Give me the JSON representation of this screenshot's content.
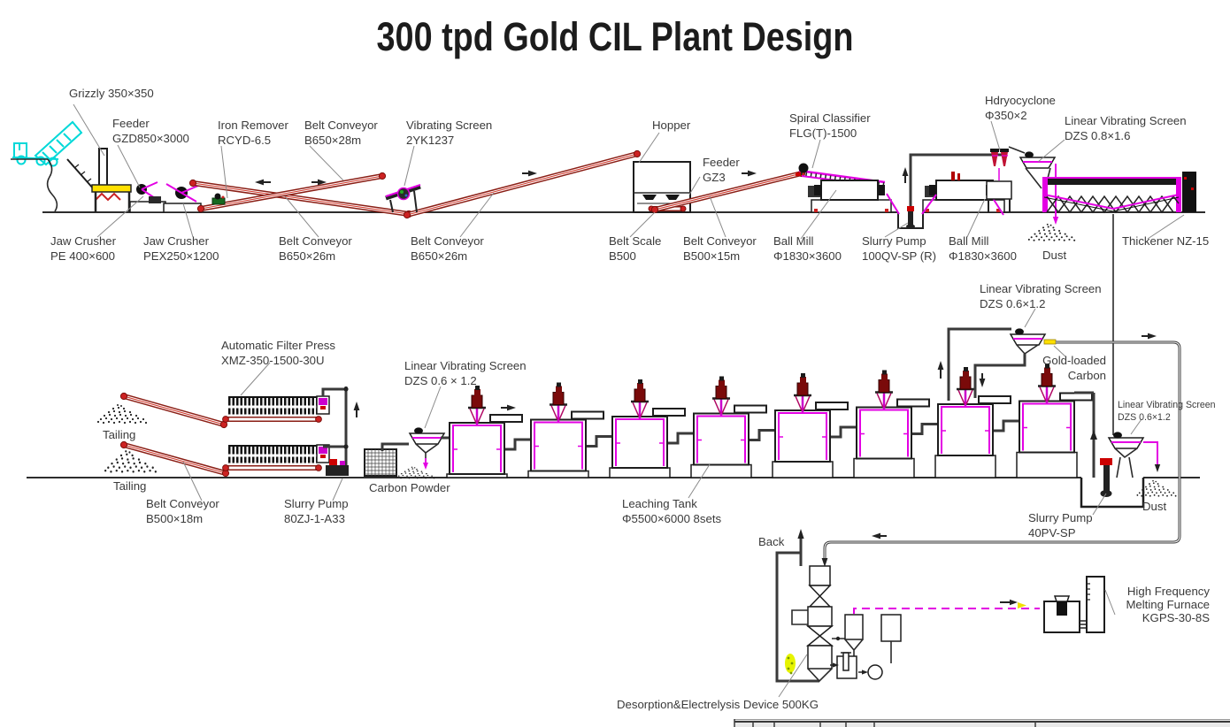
{
  "title": "300 tpd Gold CIL Plant Design",
  "colors": {
    "magenta": "#e300e3",
    "conveyor_red": "#d23327",
    "truck_cyan": "#00d8d8",
    "feeder_yellow": "#ffe000",
    "gold_carbon_yellow": "#ffe000",
    "agitator_dark_red": "#7a0a0a",
    "line_dark": "#3a3a3a",
    "green_device": "#16691f"
  },
  "labels": {
    "grizzly": {
      "l1": "Grizzly 350×350"
    },
    "feeder1": {
      "l1": "Feeder",
      "l2": "GZD850×3000"
    },
    "iron_remover": {
      "l1": "Iron Remover",
      "l2": "RCYD-6.5"
    },
    "belt_conveyor_28": {
      "l1": "Belt Conveyor",
      "l2": "B650×28m"
    },
    "vibrating_screen": {
      "l1": "Vibrating Screen",
      "l2": "2YK1237"
    },
    "hopper": {
      "l1": "Hopper"
    },
    "feeder2": {
      "l1": "Feeder",
      "l2": "GZ3"
    },
    "spiral_classifier": {
      "l1": "Spiral Classifier",
      "l2": "FLG(T)-1500"
    },
    "hydrocyclone": {
      "l1": "Hdryocyclone",
      "l2": "Φ350×2"
    },
    "lvs_08": {
      "l1": "Linear Vibrating Screen",
      "l2": "DZS 0.8×1.6"
    },
    "jaw_crusher1": {
      "l1": "Jaw Crusher",
      "l2": "PE 400×600"
    },
    "jaw_crusher2": {
      "l1": "Jaw Crusher",
      "l2": "PEX250×1200"
    },
    "belt_conveyor_26a": {
      "l1": "Belt Conveyor",
      "l2": "B650×26m"
    },
    "belt_conveyor_26b": {
      "l1": "Belt Conveyor",
      "l2": "B650×26m"
    },
    "belt_scale": {
      "l1": "Belt Scale",
      "l2": "B500"
    },
    "belt_conveyor_15": {
      "l1": "Belt Conveyor",
      "l2": "B500×15m"
    },
    "ball_mill1": {
      "l1": "Ball Mill",
      "l2": "Φ1830×3600"
    },
    "slurry_pump_100": {
      "l1": "Slurry Pump",
      "l2": "100QV-SP (R)"
    },
    "ball_mill2": {
      "l1": "Ball Mill",
      "l2": "Φ1830×3600"
    },
    "dust1": {
      "l1": "Dust"
    },
    "thickener": {
      "l1": "Thickener NZ-15"
    },
    "lvs_06a": {
      "l1": "Linear Vibrating Screen",
      "l2": "DZS 0.6×1.2"
    },
    "gold_carbon": {
      "l1": "Gold-loaded",
      "l2": "Carbon"
    },
    "filter_press": {
      "l1": "Automatic Filter Press",
      "l2": "XMZ-350-1500-30U"
    },
    "lvs_06b": {
      "l1": "Linear Vibrating Screen",
      "l2": "DZS 0.6 × 1.2"
    },
    "tailing1": {
      "l1": "Tailing"
    },
    "tailing2": {
      "l1": "Tailing"
    },
    "belt_conveyor_18": {
      "l1": "Belt Conveyor",
      "l2": "B500×18m"
    },
    "slurry_pump_80": {
      "l1": "Slurry Pump",
      "l2": "80ZJ-1-A33"
    },
    "carbon_powder": {
      "l1": "Carbon Powder"
    },
    "leaching_tank": {
      "l1": "Leaching Tank",
      "l2": "Φ5500×6000 8sets"
    },
    "lvs_06c": {
      "l1": "Linear Vibrating Screen",
      "l2": "DZS 0.6×1.2"
    },
    "slurry_pump_40": {
      "l1": "Slurry Pump",
      "l2": "40PV-SP"
    },
    "dust2": {
      "l1": "Dust"
    },
    "back": {
      "l1": "Back"
    },
    "furnace": {
      "l1": "High Frequency",
      "l2": "Melting Furnace",
      "l3": "KGPS-30-8S"
    },
    "desorption": {
      "l1": "Desorption&Electrelysis Device 500KG"
    }
  }
}
